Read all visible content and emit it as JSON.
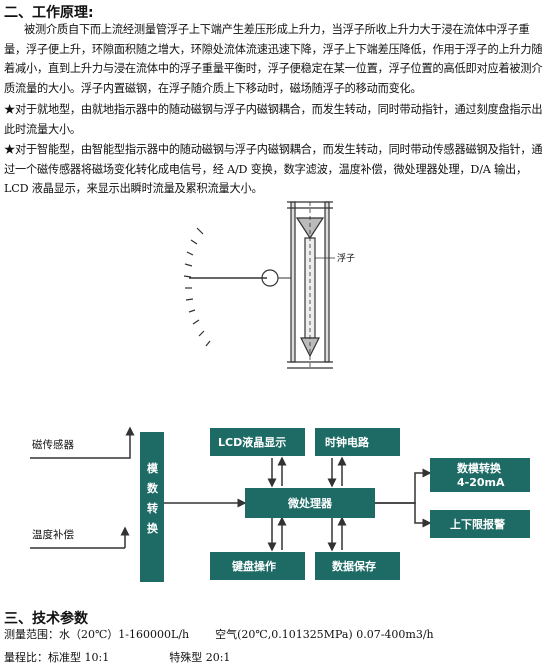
{
  "section2": {
    "title": "二、工作原理:",
    "para1": "被测介质自下而上流经测量管浮子上下端产生差压形成上升力，当浮子所收上升力大于浸在流体中浮子重量，浮子便上升，环隙面积随之增大，环隙处流体流速迅速下降，浮子上下端差压降低，作用于浮子的上升力随着减小，直到上升力与浸在流体中的浮子重量平衡时，浮子便稳定在某一位置，浮子位置的高低即对应着被测介质流量的大小。浮子内置磁钢，在浮子随介质上下移动时，磁场随浮子的移动而变化。",
    "para2": "★对于就地型，由就地指示器中的随动磁钢与浮子内磁钢耦合，而发生转动，同时带动指针，通过刻度盘指示出此时流量大小。",
    "para3": "★对于智能型，由智能型指示器中的随动磁钢与浮子内磁钢耦合，而发生转动，同时带动传感器磁钢及指针，通过一个磁传感器将磁场变化转化成电信号，经 A/D 变换，数字滤波，温度补偿，微处理器处理，D/A 输出，LCD 液晶显示，来显示出瞬时流量及累积流量大小。",
    "float_label": "浮子"
  },
  "block_diagram": {
    "sensor_label": "磁传感器",
    "temp_label": "温度补偿",
    "adc_label": "模数转换",
    "lcd_label": "LCD液晶显示",
    "clock_label": "时钟电路",
    "cpu_label": "微处理器",
    "keypad_label": "键盘操作",
    "storage_label": "数据保存",
    "dac_label_1": "数模转换",
    "dac_label_2": "4-20mA",
    "alarm_label": "上下限报警",
    "colors": {
      "block": "#1e6b66",
      "line": "#333333"
    }
  },
  "section3": {
    "title": "三、技术参数",
    "range_label": "测量范围：",
    "range_water": "水（20℃）1-160000L/h",
    "range_air": "空气(20℃,0.101325MPa) 0.07-400m3/h",
    "ratio_label": "量程比：",
    "ratio_std": "标准型 10:1",
    "ratio_special": "特殊型 20:1"
  }
}
